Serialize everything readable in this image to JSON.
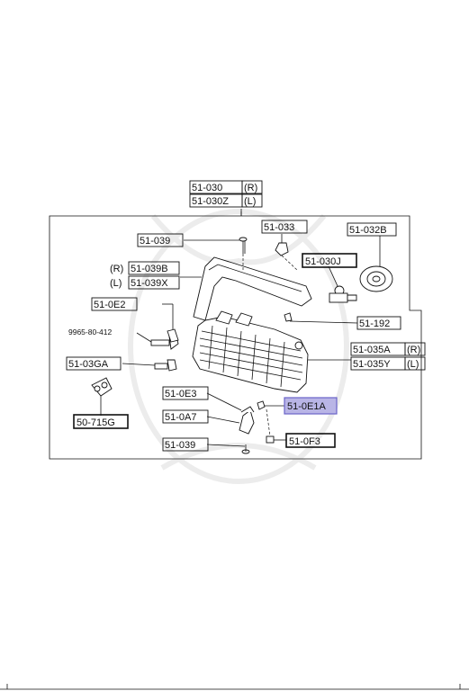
{
  "parts": {
    "main_assembly": "51-030",
    "main_assembly_side": "(R)",
    "main_assembly_left": "51-030Z",
    "main_assembly_left_side": "(L)",
    "p_033": "51-033",
    "p_032b": "51-032B",
    "p_039_top": "51-039",
    "p_039b_side": "(R)",
    "p_039b": "51-039B",
    "p_039x_side": "(L)",
    "p_039x": "51-039X",
    "p_030j": "51-030J",
    "p_0e2": "51-0E2",
    "p_9965": "9965-80-412",
    "p_192": "51-192",
    "p_035a": "51-035A",
    "p_035a_side": "(R)",
    "p_035y": "51-035Y",
    "p_035y_side": "(L)",
    "p_03ga": "51-03GA",
    "p_715g": "50-715G",
    "p_0e3": "51-0E3",
    "p_0e1a": "51-0E1A",
    "p_0a7": "51-0A7",
    "p_0f3": "51-0F3",
    "p_039_bottom": "51-039"
  },
  "highlight_color": "#b9b5e6"
}
